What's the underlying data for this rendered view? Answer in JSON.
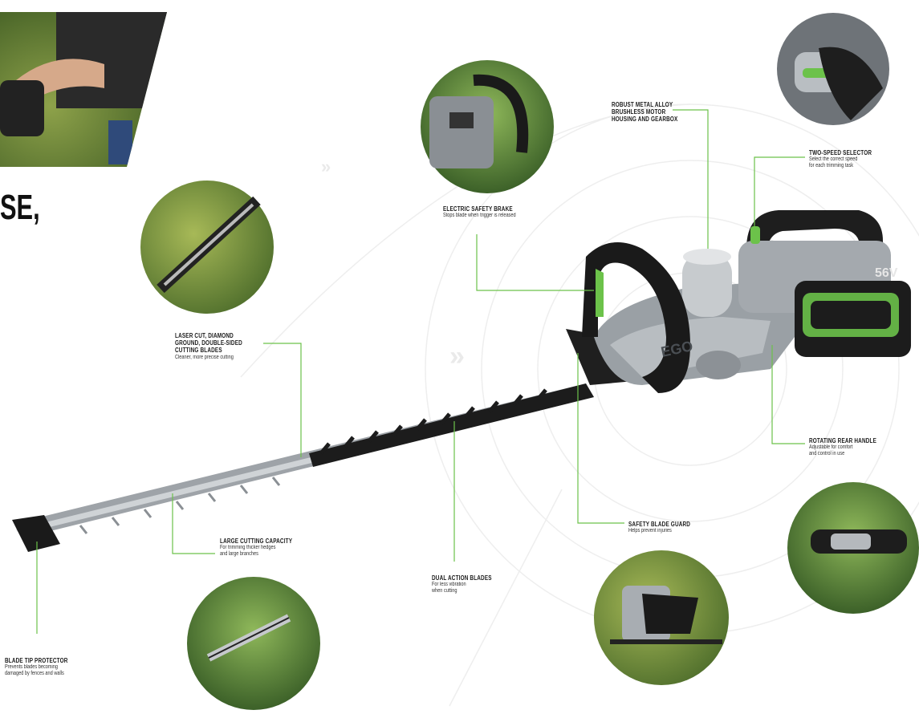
{
  "headline_fragment": "SE,",
  "accent_color": "#6cc24a",
  "brand": {
    "logo_text": "EGO",
    "voltage_badge": "56V"
  },
  "callouts": {
    "motor": {
      "title": "ROBUST METAL ALLOY\nBRUSHLESS MOTOR\nHOUSING AND GEARBOX",
      "desc": ""
    },
    "speed": {
      "title": "TWO-SPEED SELECTOR",
      "desc": "Select the correct speed\nfor each trimming task"
    },
    "brake": {
      "title": "ELECTRIC SAFETY BRAKE",
      "desc": "Stops blade when trigger is released"
    },
    "blades": {
      "title": "LASER CUT, DIAMOND\nGROUND, DOUBLE-SIDED\nCUTTING BLADES",
      "desc": "Cleaner, more precise cutting"
    },
    "rear_handle": {
      "title": "ROTATING REAR HANDLE",
      "desc": "Adjustable for comfort\nand control in use"
    },
    "blade_guard": {
      "title": "SAFETY BLADE GUARD",
      "desc": "Helps prevent injuries"
    },
    "capacity": {
      "title": "LARGE CUTTING CAPACITY",
      "desc": "For trimming thicker hedges\nand large branches"
    },
    "dual_action": {
      "title": "DUAL ACTION BLADES",
      "desc": "For less vibration\nwhen cutting"
    },
    "tip_protector": {
      "title": "BLADE TIP PROTECTOR",
      "desc": "Prevents blades becoming\ndamaged by fences and walls"
    }
  }
}
